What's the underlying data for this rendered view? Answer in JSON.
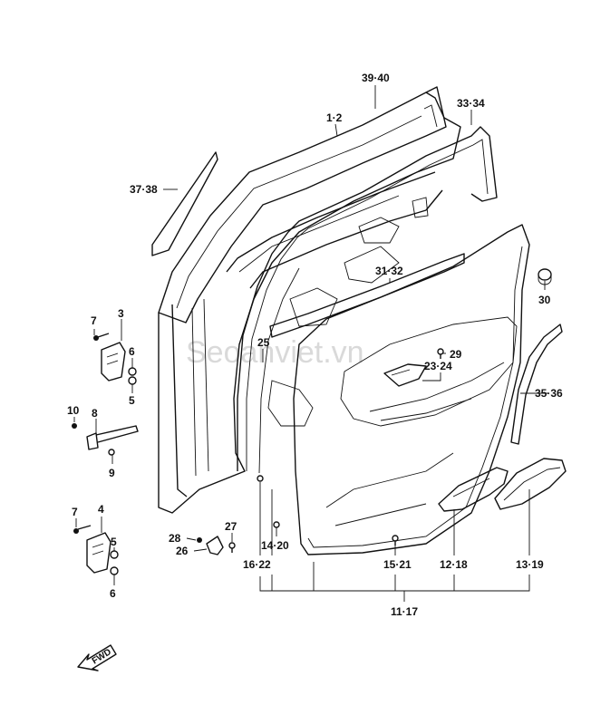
{
  "watermark": "Seoanviet.vn",
  "fwd_label": "FWD",
  "callouts": {
    "c_39_40": "39·40",
    "c_1_2": "1·2",
    "c_33_34": "33·34",
    "c_37_38": "37·38",
    "c_31_32": "31·32",
    "c_30": "30",
    "c_7a": "7",
    "c_3": "3",
    "c_6a": "6",
    "c_5a": "5",
    "c_25": "25",
    "c_29": "29",
    "c_23_24": "23·24",
    "c_35_36": "35·36",
    "c_10": "10",
    "c_8": "8",
    "c_9": "9",
    "c_7b": "7",
    "c_4": "4",
    "c_5b": "5",
    "c_6b": "6",
    "c_28": "28",
    "c_27": "27",
    "c_26": "26",
    "c_14_20": "14·20",
    "c_16_22": "16·22",
    "c_15_21": "15·21",
    "c_12_18": "12·18",
    "c_13_19": "13·19",
    "c_11_17": "11·17"
  }
}
